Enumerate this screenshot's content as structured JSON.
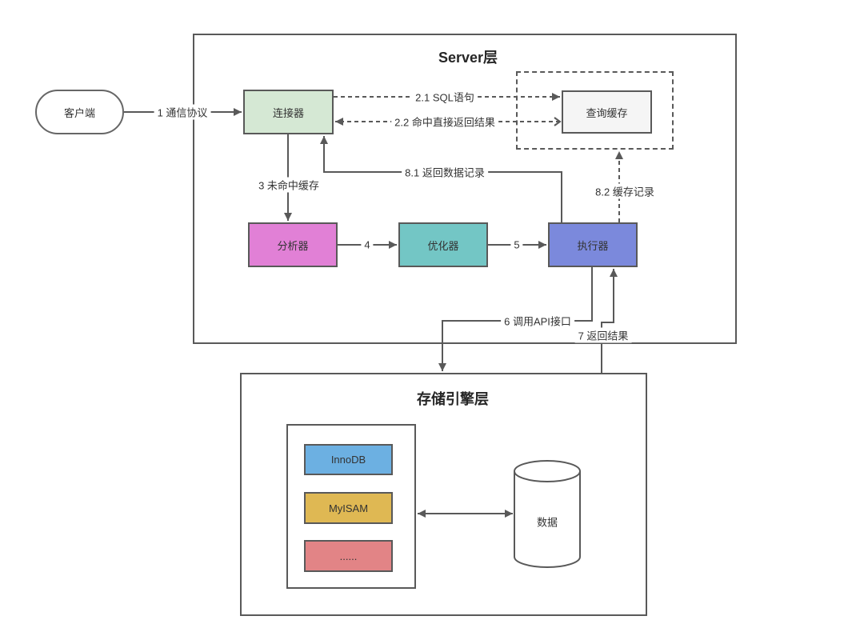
{
  "diagram": {
    "client": {
      "label": "客户端"
    },
    "server_layer": {
      "title": "Server层",
      "nodes": {
        "connector": {
          "label": "连接器",
          "fill": "#d5e8d4"
        },
        "query_cache": {
          "label": "查询缓存",
          "fill": "#f5f5f5"
        },
        "analyzer": {
          "label": "分析器",
          "fill": "#e180d6"
        },
        "optimizer": {
          "label": "优化器",
          "fill": "#73c6c5"
        },
        "executor": {
          "label": "执行器",
          "fill": "#7b89dc"
        }
      }
    },
    "storage_layer": {
      "title": "存储引擎层",
      "engines": [
        {
          "label": "InnoDB",
          "fill": "#6cb0e2"
        },
        {
          "label": "MyISAM",
          "fill": "#dfb853"
        },
        {
          "label": "......",
          "fill": "#e28486"
        }
      ],
      "data_store": {
        "label": "数据"
      }
    },
    "edges": {
      "e1": "1 通信协议",
      "e21": "2.1 SQL语句",
      "e22": "2.2 命中直接返回结果",
      "e3": "3 未命中缓存",
      "e4": "4",
      "e5": "5",
      "e6": "6 调用API接口",
      "e7": "7 返回结果",
      "e81": "8.1 返回数据记录",
      "e82": "8.2 缓存记录"
    },
    "colors": {
      "line": "#595959",
      "text": "#333333",
      "node_border": "#595959"
    }
  }
}
